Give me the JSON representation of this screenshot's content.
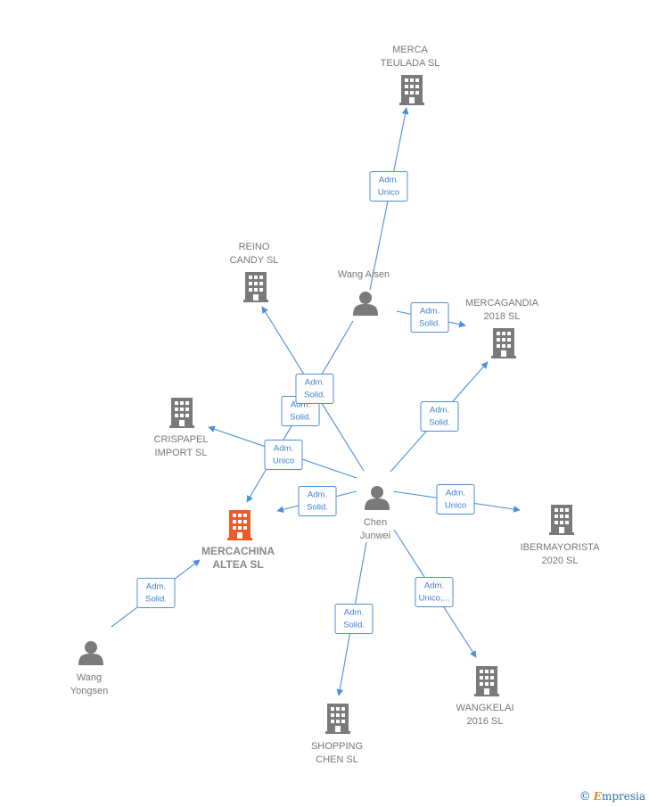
{
  "colors": {
    "accent": "#4a90d9",
    "node_grey": "#7a7a7a",
    "main_node": "#f05a28"
  },
  "nodes": [
    {
      "id": "merca_teulada",
      "type": "company",
      "lines": [
        "MERCA",
        "TEULADA SL"
      ]
    },
    {
      "id": "reino_candy",
      "type": "company",
      "lines": [
        "REINO",
        "CANDY SL"
      ]
    },
    {
      "id": "wang_aisen",
      "type": "person",
      "lines": [
        "Wang Aisen"
      ]
    },
    {
      "id": "mercagandia",
      "type": "company",
      "lines": [
        "MERCAGANDIA",
        "2018  SL"
      ]
    },
    {
      "id": "crispapel",
      "type": "company",
      "lines": [
        "CRISPAPEL",
        "IMPORT  SL"
      ]
    },
    {
      "id": "chen_junwei",
      "type": "person",
      "lines": [
        "Chen",
        "Junwei"
      ]
    },
    {
      "id": "ibermayorista",
      "type": "company",
      "lines": [
        "IBERMAYORISTA",
        "2020  SL"
      ]
    },
    {
      "id": "mercachina",
      "type": "company",
      "main": true,
      "lines": [
        "MERCACHINA",
        "ALTEA  SL"
      ]
    },
    {
      "id": "wang_yongsen",
      "type": "person",
      "lines": [
        "Wang",
        "Yongsen"
      ]
    },
    {
      "id": "shopping_chen",
      "type": "company",
      "lines": [
        "SHOPPING",
        "CHEN  SL"
      ]
    },
    {
      "id": "wangkelai",
      "type": "company",
      "lines": [
        "WANGKELAI",
        "2016  SL"
      ]
    }
  ],
  "edges": [
    {
      "id": "e1",
      "from": "wang_aisen",
      "to": "merca_teulada",
      "label": [
        "Adm.",
        "Unico"
      ]
    },
    {
      "id": "e2",
      "from": "wang_aisen",
      "to": "mercagandia",
      "label": [
        "Adm.",
        "Solid."
      ]
    },
    {
      "id": "e3",
      "from": "wang_aisen",
      "to": "mercachina",
      "label": [
        "Adm.",
        "Solid."
      ]
    },
    {
      "id": "e4",
      "from": "chen_junwei",
      "to": "reino_candy",
      "label": [
        "Adm.",
        "Solid."
      ]
    },
    {
      "id": "e5",
      "from": "chen_junwei",
      "to": "mercagandia",
      "label": [
        "Adm.",
        "Solid."
      ]
    },
    {
      "id": "e6",
      "from": "chen_junwei",
      "to": "crispapel",
      "label": [
        "Adm.",
        "Unico"
      ]
    },
    {
      "id": "e7",
      "from": "chen_junwei",
      "to": "mercachina",
      "label": [
        "Adm.",
        "Solid."
      ]
    },
    {
      "id": "e8",
      "from": "chen_junwei",
      "to": "ibermayorista",
      "label": [
        "Adm.",
        "Unico"
      ]
    },
    {
      "id": "e9",
      "from": "chen_junwei",
      "to": "wangkelai",
      "label": [
        "Adm.",
        "Unico,..."
      ]
    },
    {
      "id": "e10",
      "from": "chen_junwei",
      "to": "shopping_chen",
      "label": [
        "Adm.",
        "Solid."
      ]
    },
    {
      "id": "e11",
      "from": "wang_yongsen",
      "to": "mercachina",
      "label": [
        "Adm.",
        "Solid."
      ]
    }
  ],
  "brand": {
    "copyright": "©",
    "first_letter": "E",
    "rest": "mpresia"
  }
}
